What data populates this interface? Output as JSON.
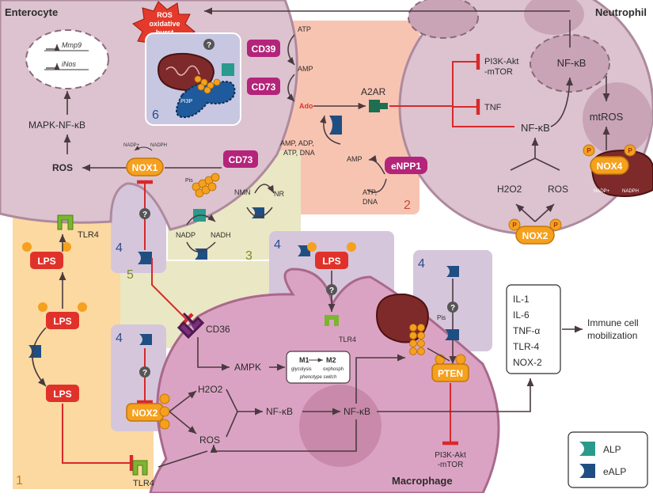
{
  "colors": {
    "cell_fill": "#dcc3cf",
    "cell_stroke": "#ae8a9e",
    "macrophage_fill": "#dba3c3",
    "macrophage_stroke": "#a9698b",
    "panel1": "#fbd9a0",
    "panel2": "#f8c4b2",
    "panel3": "#eae7c4",
    "panel4": "#d6c6dc",
    "panel6": "#c7c7e2",
    "red_label": "#e0322a",
    "orange_label": "#f5a01e",
    "magenta_label": "#b3247a",
    "inhibit": "#d7292b",
    "arrow": "#4a3a40",
    "alp": "#2a9a8c",
    "ealp": "#1f4e82",
    "tlr4": "#7ab62f",
    "a2ar": "#1e6e52",
    "cd36": "#7c2e7e",
    "ros_star": "#e43a2b"
  },
  "cells": {
    "enterocyte": "Enterocyte",
    "neutrophil": "Neutrophil",
    "macrophage": "Macrophage"
  },
  "panels": {
    "p1": "1",
    "p2": "2",
    "p3": "3",
    "p4": "4",
    "p5": "5",
    "p6": "6"
  },
  "enterocyte": {
    "gene1": "Mmp9",
    "gene2": "iNos",
    "mapk": "MAPK-NF-κB",
    "ros": "ROS",
    "nox1": "NOX1",
    "nadp_plus": "NADP+",
    "nadph": "NADPH",
    "tlr4": "TLR4",
    "burst": [
      "ROS",
      "oxidative",
      "burst"
    ],
    "pi3p": "PI3P",
    "pis": "Pis",
    "nadph_small": "NADPH",
    "nadp_small": "NADP+"
  },
  "atp_pathway": {
    "cd39": "CD39",
    "cd73": "CD73",
    "atp": "ATP",
    "amp": "AMP",
    "ado": "Ado",
    "a2ar": "A2AR",
    "nucleotides": [
      "AMP, ADP,",
      "ATP, DNA"
    ],
    "amp2": "AMP",
    "enpp1": "eNPP1",
    "atp_dna": [
      "ATP,",
      "DNA"
    ]
  },
  "nmn_pathway": {
    "cd73": "CD73",
    "nmn": "NMN",
    "nr": "NR",
    "pis": "Pis",
    "nadp": "NADP",
    "nadh": "NADH"
  },
  "neutrophil": {
    "pi3k": [
      "PI3K-Akt",
      "-mTOR"
    ],
    "tnf": "TNF",
    "nfkb1": "NF-κB",
    "nfkb2": "NF-κB",
    "mtros": "mtROS",
    "nox4": "NOX4",
    "nadp_plus": "NADP+",
    "nadph": "NADPH",
    "h2o2": "H2O2",
    "ros": "ROS",
    "nox2": "NOX2"
  },
  "lps": {
    "label": "LPS",
    "phosphate": "P"
  },
  "macrophage": {
    "cd36": "CD36",
    "ampk": "AMPK",
    "m1": "M1",
    "m2": "M2",
    "glycolysis": "glycolysis",
    "oxphos": "oxphosph",
    "switch": "phenotype switch",
    "tlr4_top": "TLR4",
    "pis": "Pis",
    "pten": "PTEN",
    "pi3k": [
      "PI3K-Akt",
      "-mTOR"
    ],
    "nox2": "NOX2",
    "h2o2": "H2O2",
    "ros": "ROS",
    "nfkb1": "NF-κB",
    "nfkb2": "NF-κB",
    "tlr4_bottom": "TLR4"
  },
  "cytokines": {
    "items": [
      "IL-1",
      "IL-6",
      "TNF-α",
      "TLR-4",
      "NOX-2"
    ],
    "outcome": [
      "Immune cell",
      "mobilization"
    ]
  },
  "legend": {
    "alp": "ALP",
    "ealp": "eALP"
  },
  "question": "?"
}
